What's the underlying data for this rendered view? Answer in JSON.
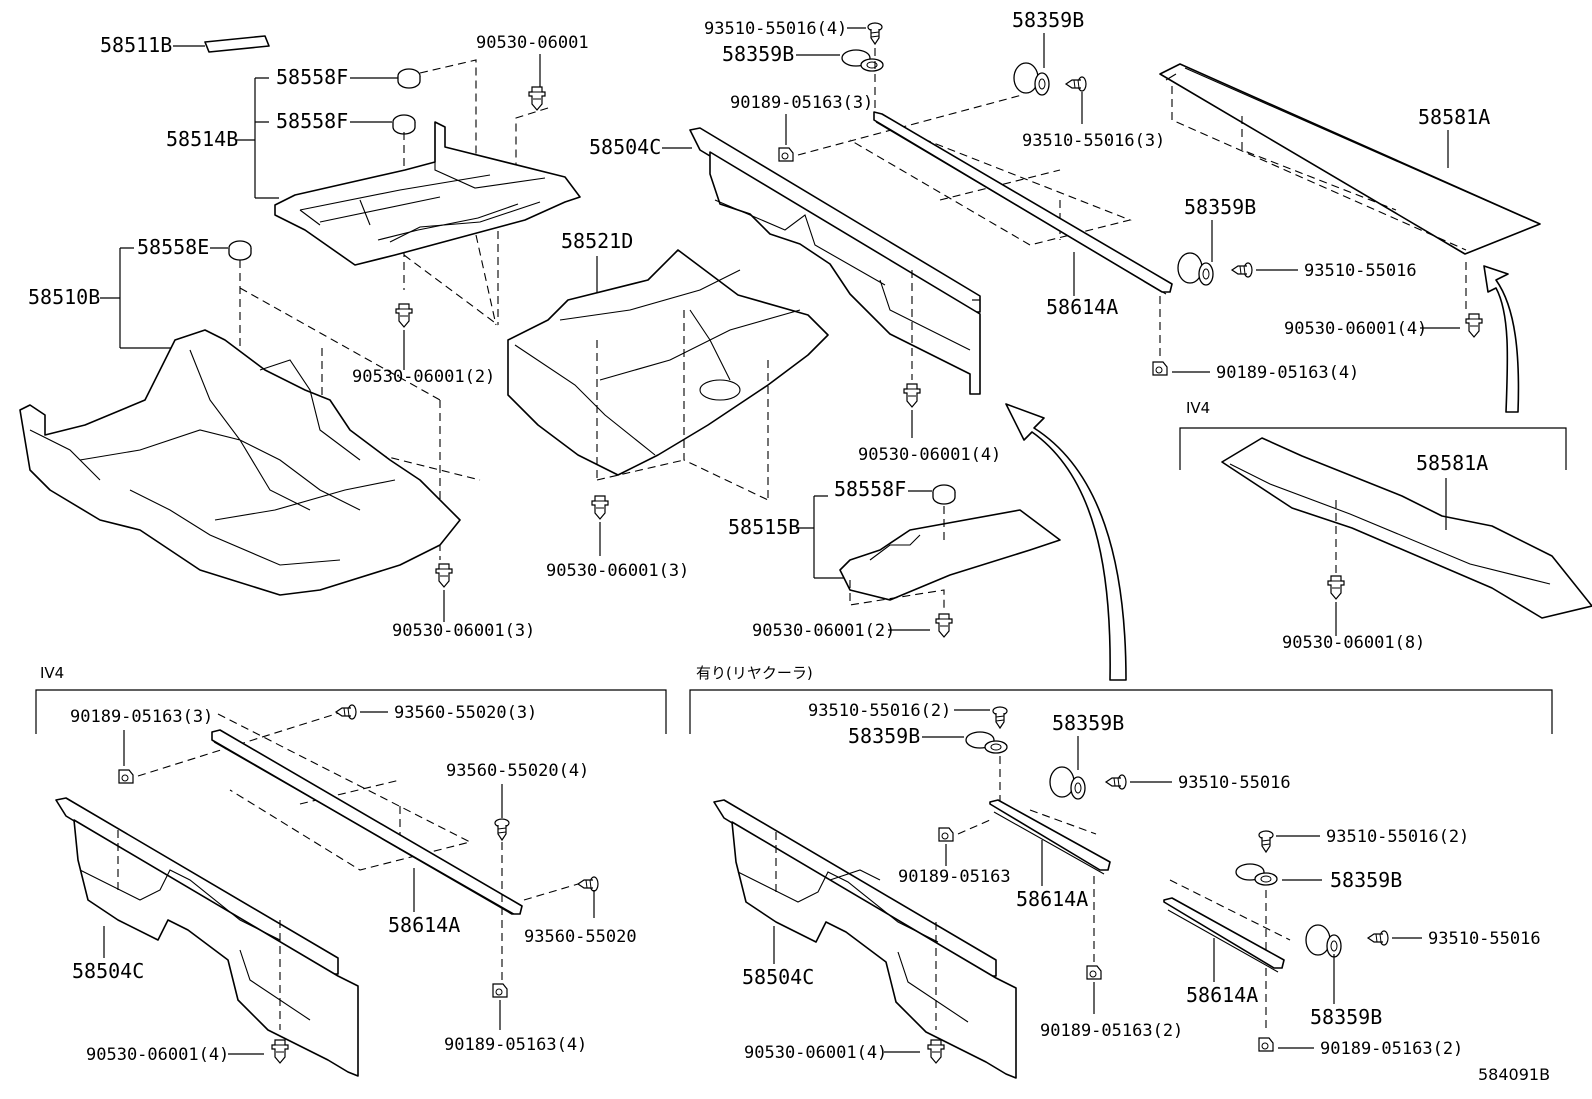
{
  "labels": {
    "l_58511B": "58511B",
    "l_90530_06001_a": "90530-06001",
    "l_58558F_a": "58558F",
    "l_58558F_b": "58558F",
    "l_58514B": "58514B",
    "l_58558E": "58558E",
    "l_58510B": "58510B",
    "l_90530_06001_2a": "90530-06001(2)",
    "l_90530_06001_3a": "90530-06001(3)",
    "l_58521D": "58521D",
    "l_90530_06001_3b": "90530-06001(3)",
    "l_93510_55016_4": "93510-55016(4)",
    "l_58359B_a": "58359B",
    "l_58359B_b": "58359B",
    "l_90189_05163_3a": "90189-05163(3)",
    "l_58504C_a": "58504C",
    "l_93510_55016_3": "93510-55016(3)",
    "l_58359B_c": "58359B",
    "l_93510_55016_a": "93510-55016",
    "l_58614A_a": "58614A",
    "l_90530_06001_4a": "90530-06001(4)",
    "l_58558F_c": "58558F",
    "l_58515B": "58515B",
    "l_90530_06001_2b": "90530-06001(2)",
    "l_58581A_a": "58581A",
    "l_90530_06001_4b": "90530-06001(4)",
    "l_90189_05163_4a": "90189-05163(4)",
    "l_58581A_b": "58581A",
    "l_90530_06001_8": "90530-06001(8)",
    "l_90189_05163_3b": "90189-05163(3)",
    "l_93560_55020_3": "93560-55020(3)",
    "l_93560_55020_4": "93560-55020(4)",
    "l_93560_55020": "93560-55020",
    "l_58614A_b": "58614A",
    "l_58504C_b": "58504C",
    "l_90530_06001_4c": "90530-06001(4)",
    "l_90189_05163_4b": "90189-05163(4)",
    "l_93510_55016_2a": "93510-55016(2)",
    "l_58359B_d": "58359B",
    "l_58359B_e": "58359B",
    "l_93510_55016_b": "93510-55016",
    "l_90189_05163_a": "90189-05163",
    "l_58614A_c": "58614A",
    "l_93510_55016_2b": "93510-55016(2)",
    "l_58359B_f": "58359B",
    "l_93510_55016_c": "93510-55016",
    "l_58504C_c": "58504C",
    "l_90530_06001_4d": "90530-06001(4)",
    "l_90189_05163_2a": "90189-05163(2)",
    "l_58614A_d": "58614A",
    "l_58359B_g": "58359B",
    "l_90189_05163_2b": "90189-05163(2)"
  },
  "sections": {
    "iv4_right": "IV4",
    "iv4_left": "IV4",
    "rear_cooler": "有り(リヤクーラ)"
  },
  "diagram_id": "584091B"
}
